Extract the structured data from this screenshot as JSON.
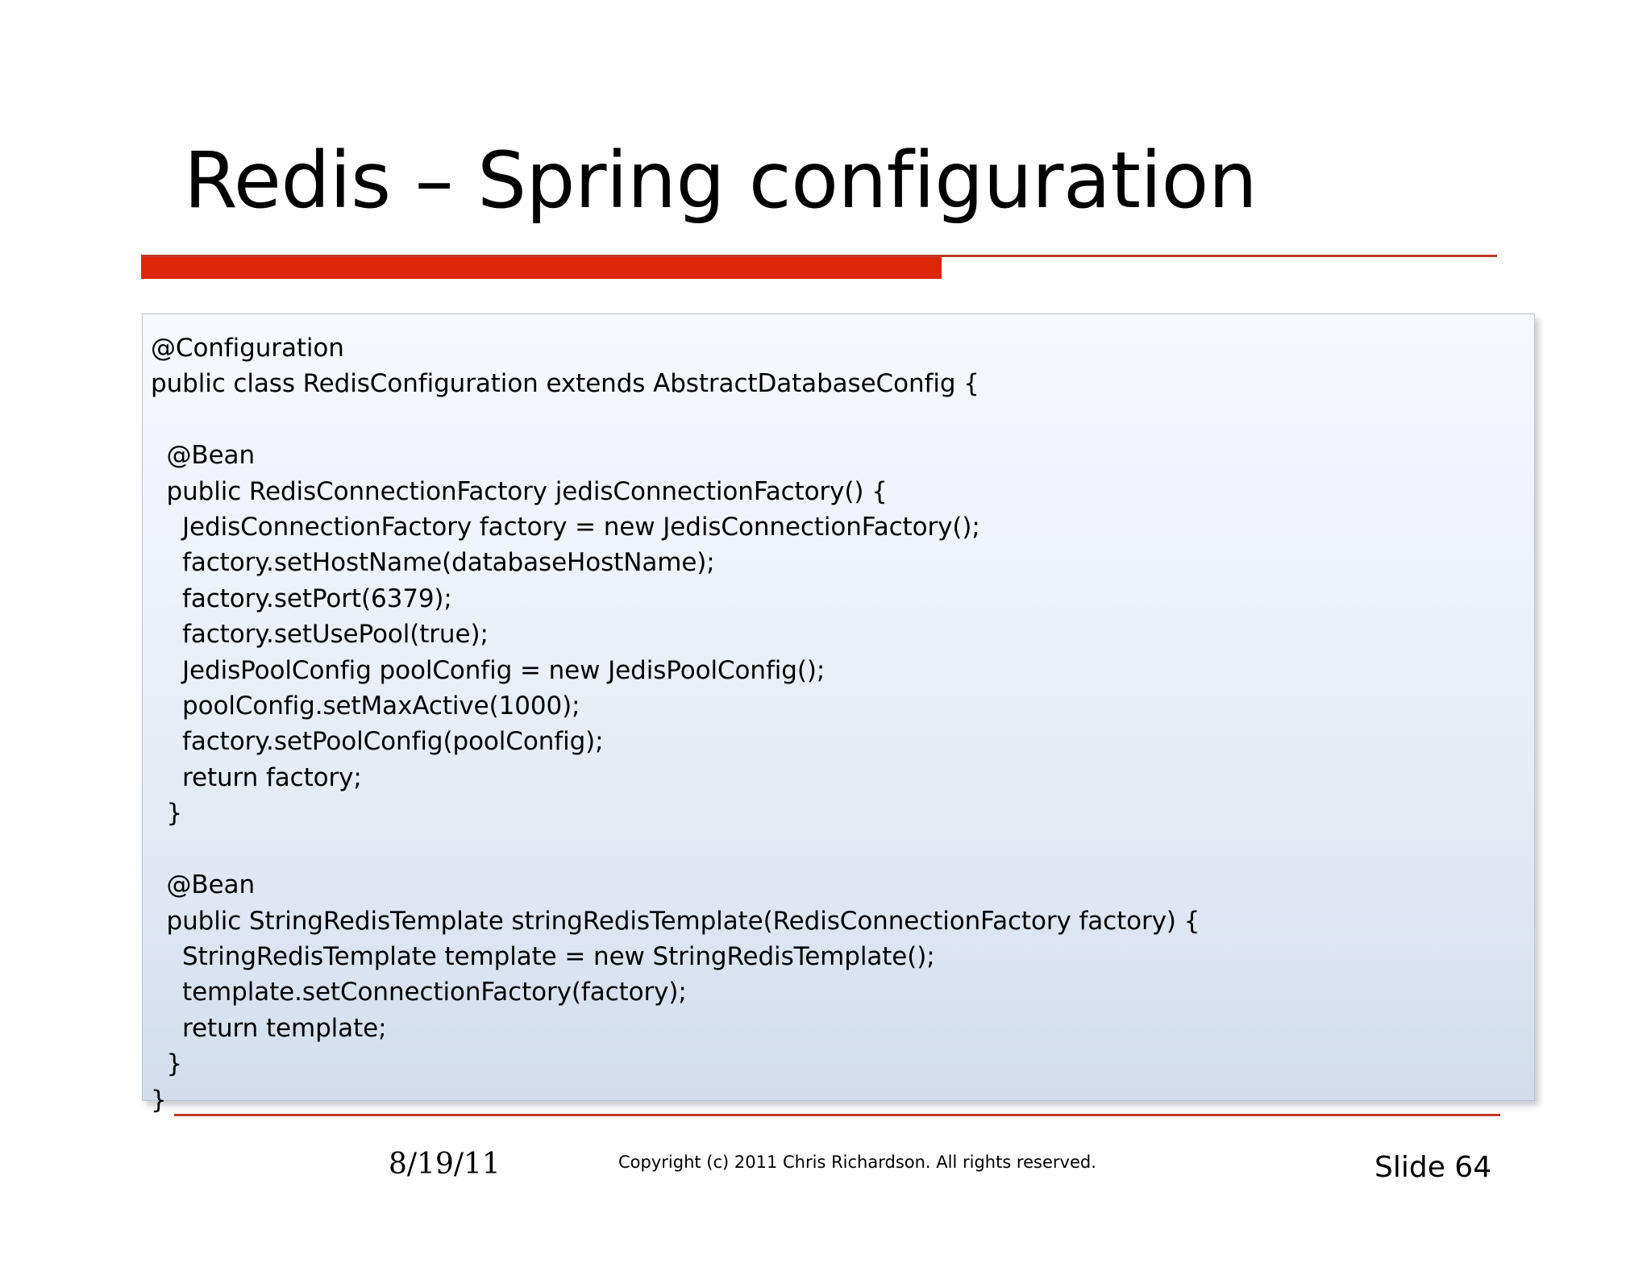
{
  "slide": {
    "title": "Redis – Spring configuration",
    "accent_color_thick": "#DC2608",
    "accent_color_thin": "#C0392B",
    "background_color": "#FFFFFF"
  },
  "code_block": {
    "language": "java",
    "border_color": "#B9C3D0",
    "gradient_top": "#F6F8FD",
    "gradient_bottom": "#D2DCEA",
    "text_color": "#000000",
    "lines": [
      "@Configuration",
      "public class RedisConfiguration extends AbstractDatabaseConfig {",
      "",
      "  @Bean",
      "  public RedisConnectionFactory jedisConnectionFactory() {",
      "    JedisConnectionFactory factory = new JedisConnectionFactory();",
      "    factory.setHostName(databaseHostName);",
      "    factory.setPort(6379);",
      "    factory.setUsePool(true);",
      "    JedisPoolConfig poolConfig = new JedisPoolConfig();",
      "    poolConfig.setMaxActive(1000);",
      "    factory.setPoolConfig(poolConfig);",
      "    return factory;",
      "  }",
      "",
      "  @Bean",
      "  public StringRedisTemplate stringRedisTemplate(RedisConnectionFactory factory) {",
      "    StringRedisTemplate template = new StringRedisTemplate();",
      "    template.setConnectionFactory(factory);",
      "    return template;",
      "  }",
      "}"
    ],
    "text": "@Configuration\npublic class RedisConfiguration extends AbstractDatabaseConfig {\n\n  @Bean\n  public RedisConnectionFactory jedisConnectionFactory() {\n    JedisConnectionFactory factory = new JedisConnectionFactory();\n    factory.setHostName(databaseHostName);\n    factory.setPort(6379);\n    factory.setUsePool(true);\n    JedisPoolConfig poolConfig = new JedisPoolConfig();\n    poolConfig.setMaxActive(1000);\n    factory.setPoolConfig(poolConfig);\n    return factory;\n  }\n\n  @Bean\n  public StringRedisTemplate stringRedisTemplate(RedisConnectionFactory factory) {\n    StringRedisTemplate template = new StringRedisTemplate();\n    template.setConnectionFactory(factory);\n    return template;\n  }\n}"
  },
  "footer": {
    "date": "8/19/11",
    "copyright": "Copyright (c)  2011 Chris Richardson. All rights reserved.",
    "slide_number": "Slide 64"
  }
}
